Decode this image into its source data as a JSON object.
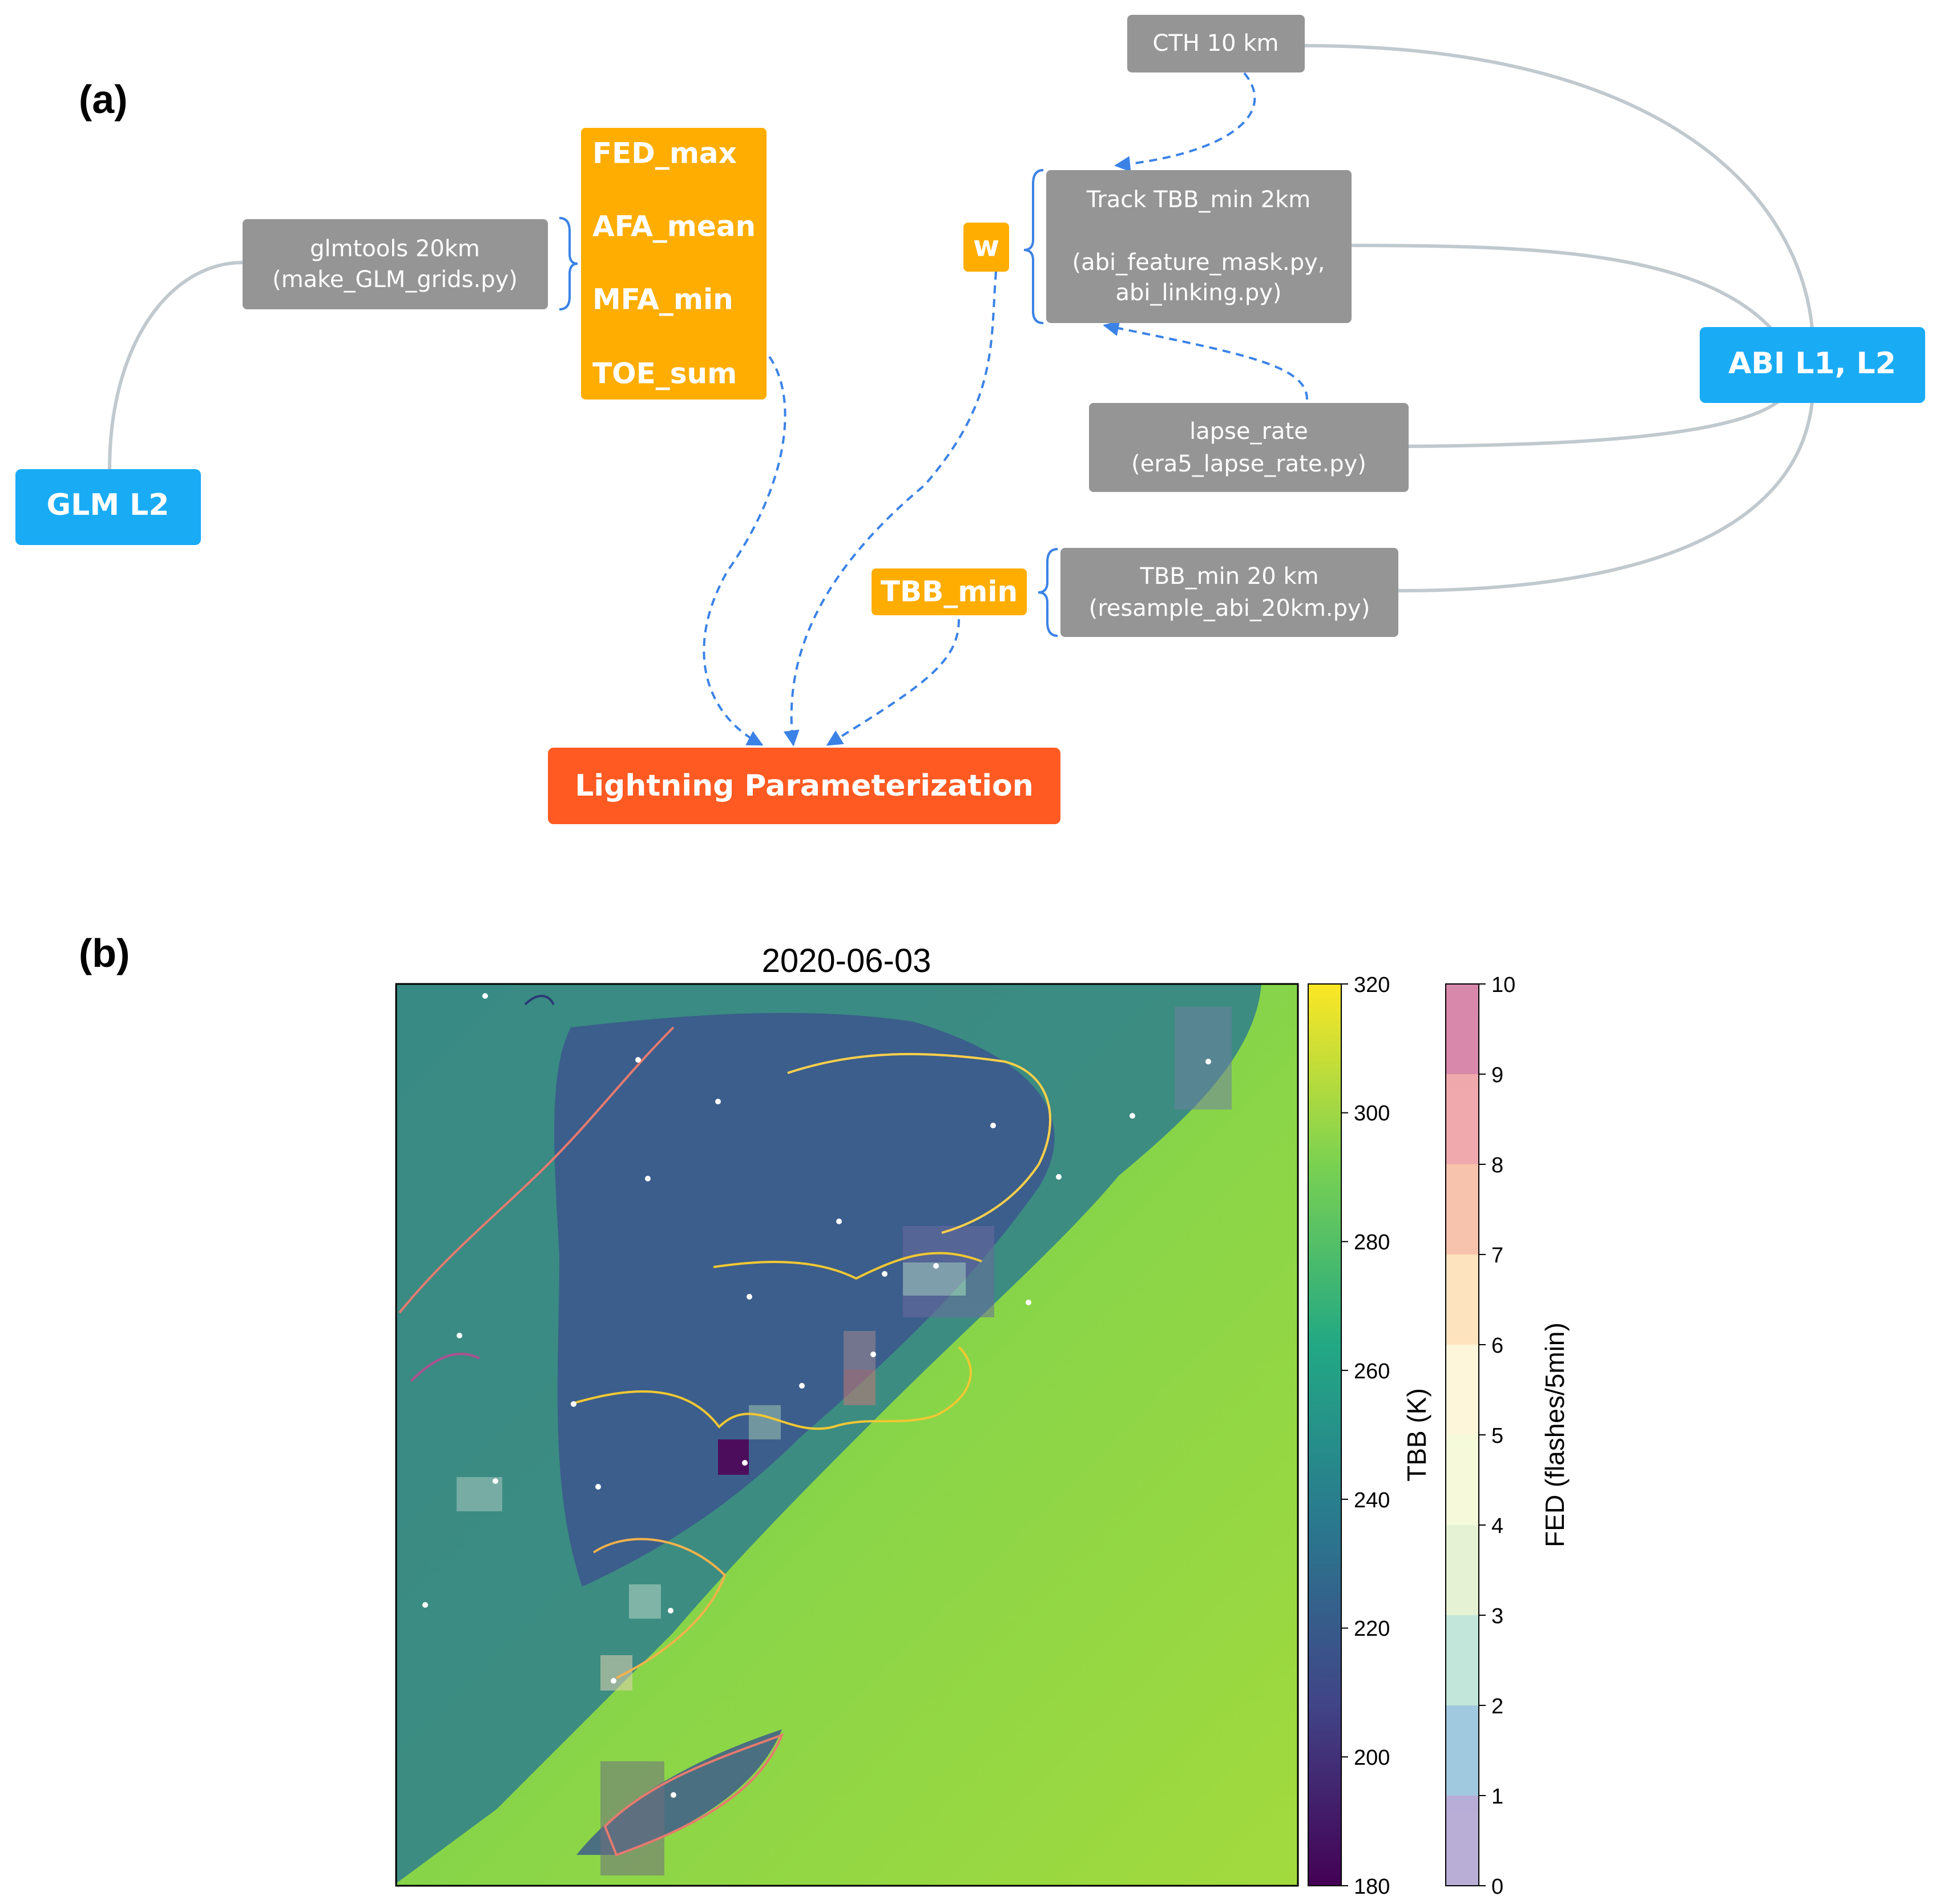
{
  "panel_a": {
    "label": "(a)",
    "nodes": {
      "glm_l2": "GLM L2",
      "abi_l12": "ABI L1, L2",
      "glmtools_l1": "glmtools 20km",
      "glmtools_l2": "(make_GLM_grids.py)",
      "fed_max": "FED_max",
      "afa_mean": "AFA_mean",
      "mfa_min": "MFA_min",
      "toe_sum": "TOE_sum",
      "cth": "CTH 10 km",
      "w": "w",
      "track_l1": "Track TBB_min 2km",
      "track_l2": "(abi_feature_mask.py,",
      "track_l3": "abi_linking.py)",
      "lapse_l1": "lapse_rate",
      "lapse_l2": "(era5_lapse_rate.py)",
      "tbb_min": "TBB_min",
      "tbb20_l1": "TBB_min 20 km",
      "tbb20_l2": "(resample_abi_20km.py)",
      "lightning": "Lightning Parameterization"
    },
    "colors": {
      "blue_node": "#1aabf5",
      "orange_node": "#ffad00",
      "gray_node": "#959595",
      "red_node": "#ff5a22",
      "connector": "#c0c9ce",
      "bracket": "#3b82e6",
      "dashed_arrow": "#3b82e6"
    }
  },
  "panel_b": {
    "label": "(b)",
    "title": "2020-06-03",
    "tbb_colorbar": {
      "label": "TBB (K)",
      "ticks": [
        "320",
        "300",
        "280",
        "260",
        "240",
        "220",
        "200",
        "180"
      ],
      "colors": [
        "#fde725",
        "#7ad151",
        "#22a884",
        "#2a788e",
        "#414487",
        "#440154"
      ]
    },
    "fed_colorbar": {
      "label": "FED (flashes/5min)",
      "ticks": [
        "10",
        "9",
        "8",
        "7",
        "6",
        "5",
        "4",
        "3",
        "2",
        "1",
        "0"
      ],
      "colors": [
        "#b0a5d2",
        "#96c4dc",
        "#bce4d6",
        "#e3f1d0",
        "#f5fad6",
        "#fdf6d6",
        "#fde0b8",
        "#f8bda4",
        "#eea0a4",
        "#d47ca2"
      ]
    }
  }
}
